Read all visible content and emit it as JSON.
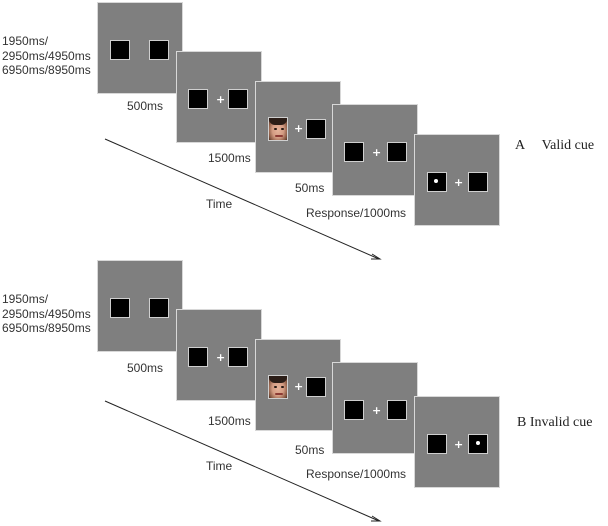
{
  "panels": [
    {
      "id": "A",
      "cue_title": "A     Valid cue",
      "iti": [
        "1950ms/",
        "2950ms/4950ms",
        "6950ms/8950ms"
      ],
      "durations": [
        "500ms",
        "1500ms",
        "50ms",
        "Response/1000ms"
      ],
      "time_label": "Time",
      "target_side": "left",
      "fixation": "+"
    },
    {
      "id": "B",
      "cue_title": "B Invalid cue",
      "iti": [
        "1950ms/",
        "2950ms/4950ms",
        "6950ms/8950ms"
      ],
      "durations": [
        "500ms",
        "1500ms",
        "50ms",
        "Response/1000ms"
      ],
      "time_label": "Time",
      "target_side": "right",
      "fixation": "+"
    }
  ]
}
